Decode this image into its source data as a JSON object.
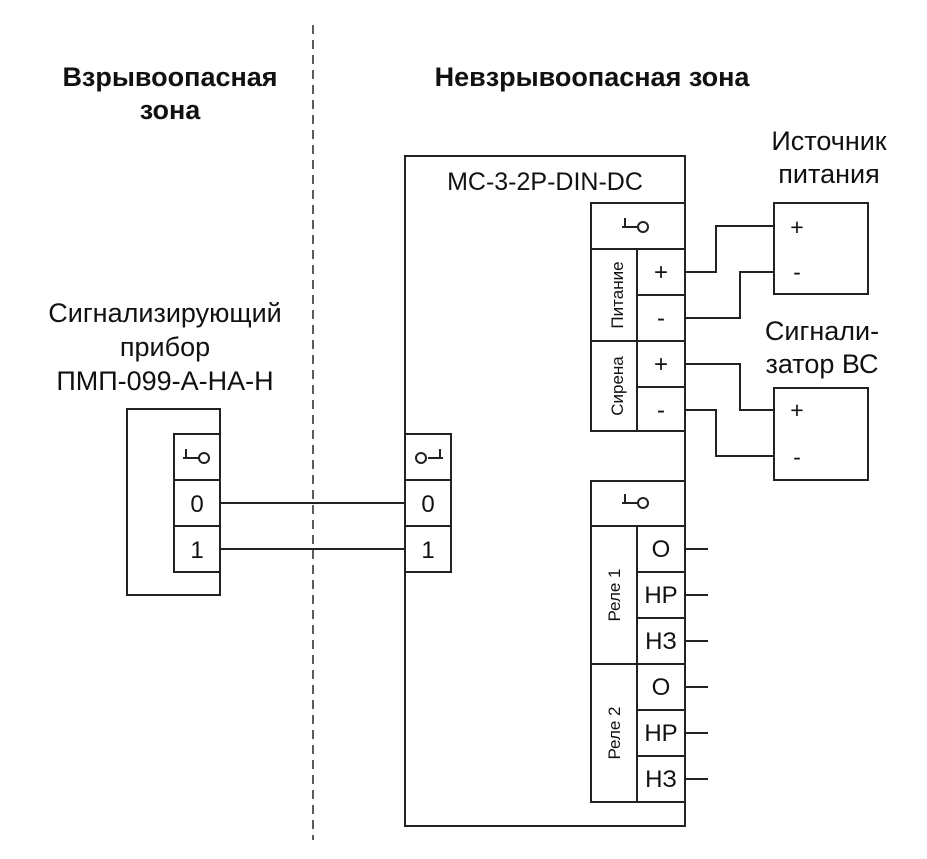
{
  "zones": {
    "hazardous_line1": "Взрывоопасная",
    "hazardous_line2": "зона",
    "safe": "Невзрывоопасная зона"
  },
  "device": {
    "line1": "Сигнализирующий",
    "line2": "прибор",
    "line3": "ПМП-099-А-НА-Н",
    "terminal_0": "0",
    "terminal_1": "1"
  },
  "module": {
    "title": "МС-3-2Р-DIN-DC",
    "input_terminal_0": "0",
    "input_terminal_1": "1",
    "power_group_label": "Питание",
    "siren_group_label": "Сирена",
    "plus": "+",
    "minus": "-",
    "relay1_label": "Реле 1",
    "relay2_label": "Реле 2",
    "relay_common": "О",
    "relay_no": "НР",
    "relay_nc": "НЗ"
  },
  "power_supply": {
    "line1": "Источник",
    "line2": "питания",
    "plus": "+",
    "minus": "-"
  },
  "siren": {
    "line1": "Сигнали-",
    "line2": "затор ВС",
    "plus": "+",
    "minus": "-"
  }
}
